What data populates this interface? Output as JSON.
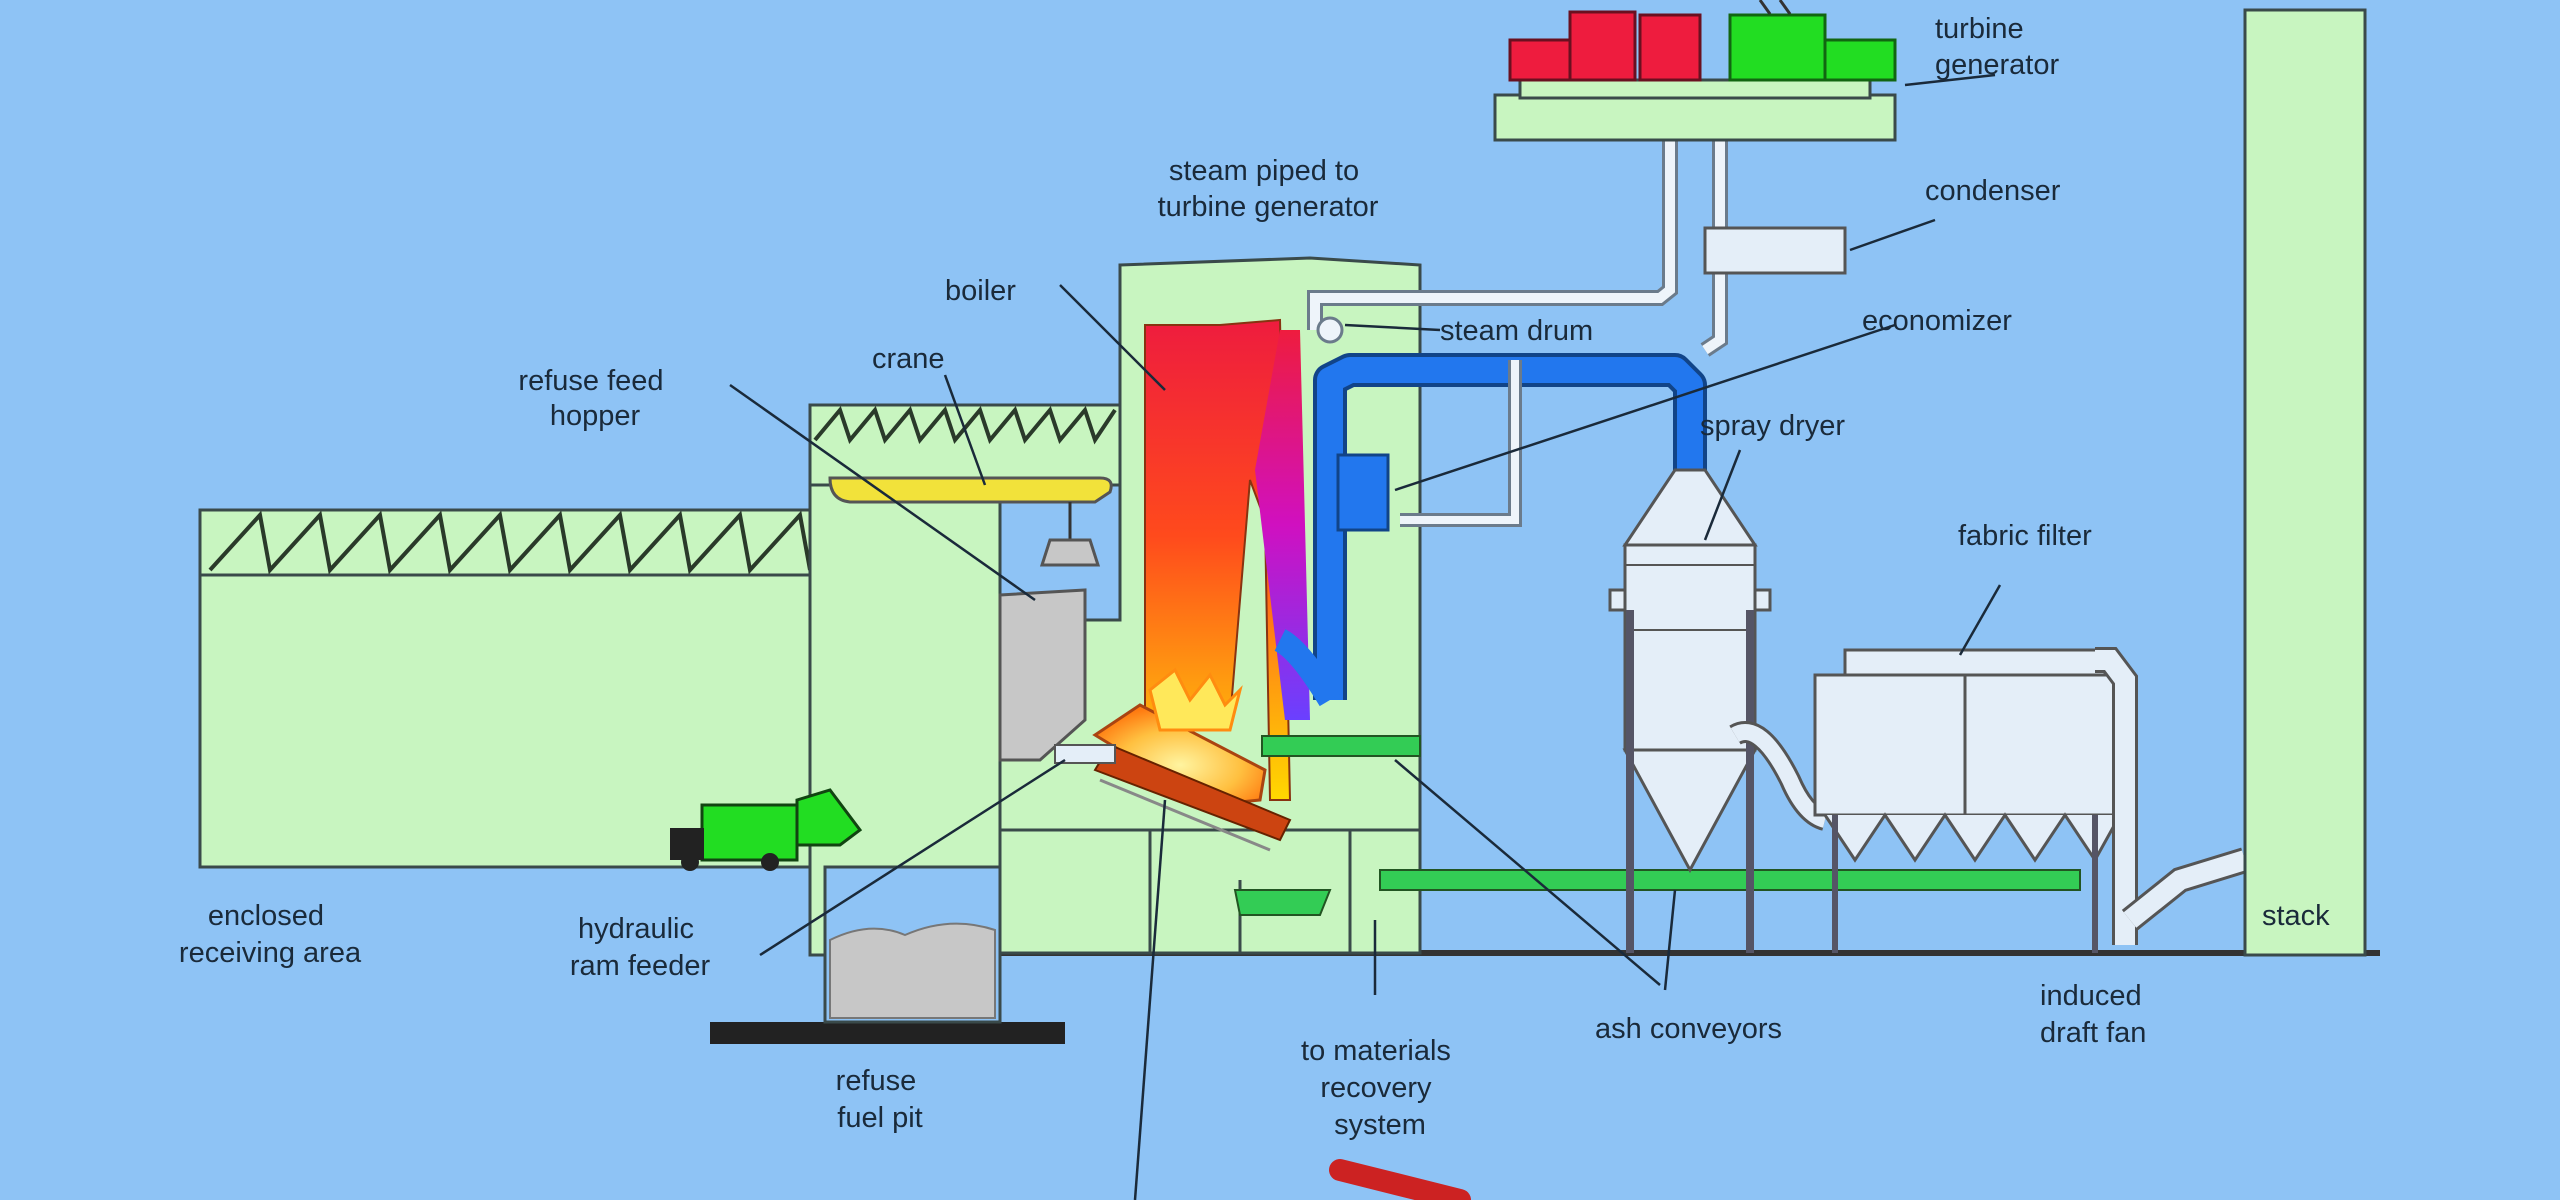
{
  "labels": {
    "turbine_generator": [
      "turbine",
      "generator"
    ],
    "steam_piped": [
      "steam piped to",
      "turbine generator"
    ],
    "condenser": [
      "condenser"
    ],
    "boiler": [
      "boiler"
    ],
    "steam_drum": [
      "steam drum"
    ],
    "economizer": [
      "economizer"
    ],
    "refuse_feed_hopper": [
      "refuse feed",
      "hopper"
    ],
    "crane": [
      "crane"
    ],
    "spray_dryer": [
      "spray dryer"
    ],
    "fabric_filter": [
      "fabric filter"
    ],
    "enclosed_receiving_area": [
      "enclosed",
      "receiving area"
    ],
    "hydraulic_ram_feeder": [
      "hydraulic",
      "ram feeder"
    ],
    "refuse_fuel_pit": [
      "refuse",
      "fuel pit"
    ],
    "to_materials_recovery": [
      "to materials",
      "recovery",
      "system"
    ],
    "ash_conveyors": [
      "ash conveyors"
    ],
    "induced_draft_fan": [
      "induced",
      "draft fan"
    ],
    "stack": [
      "stack"
    ]
  },
  "colors": {
    "background": "#8ec3f5",
    "structure": "#c8f5c0",
    "turbine_hot": "#ee1c3e",
    "turbine_cool": "#22dd22",
    "duct": "#2277ee",
    "crane": "#f2e23a",
    "conveyor": "#33cc55",
    "vessel": "#e4eef8",
    "refuse": "#c7c7c7",
    "ground": "#333333"
  }
}
